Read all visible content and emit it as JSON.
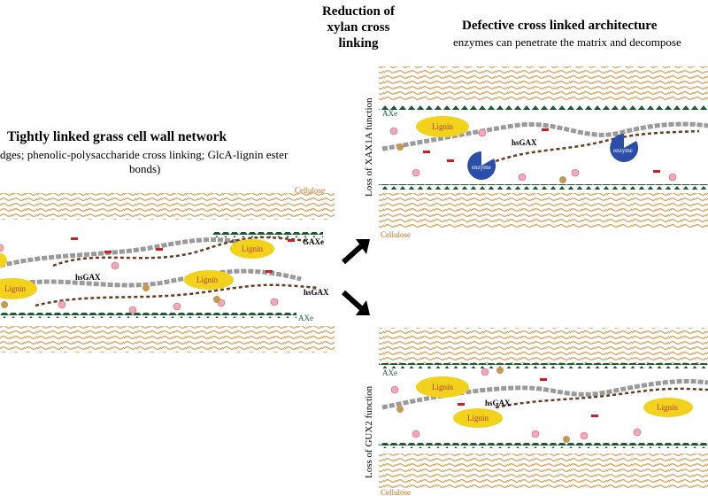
{
  "header": {
    "middle_title_lines": [
      "Reduction of",
      "xylan cross",
      "linking"
    ],
    "right_title": "Defective cross linked architecture",
    "right_subtitle": "enzymes can penetrate the matrix and decompose"
  },
  "left_panel": {
    "title": "Tightly linked grass cell wall network",
    "subtitle_line1": "dges; phenolic-polysaccharide cross linking; GlcA-lignin ester",
    "subtitle_line2": "bonds)",
    "labels": {
      "cellulose": "Cellulose",
      "gaxe": "GAXe",
      "hsgax_1": "hsGAX",
      "hsgax_2": "hsGAX",
      "axe": "AXe",
      "lignin_1": "Lignin",
      "lignin_2": "Lignin",
      "lignin_3": "Lignin"
    }
  },
  "top_right_panel": {
    "side_label": "Loss of XAX1A function",
    "labels": {
      "axe": "AXe",
      "lignin": "Lignin",
      "hsgax": "hsGAX",
      "enzyme_1": "enzyme",
      "enzyme_2": "enzyme",
      "cellulose": "Cellulose"
    }
  },
  "bottom_right_panel": {
    "side_label": "Loss of GUX2 function",
    "labels": {
      "axe": "AXe",
      "lignin_1": "Lignin",
      "lignin_2": "Lignin",
      "lignin_3": "Lignin",
      "hsgax": "hsGAX",
      "cellulose": "Cellulose"
    }
  },
  "colors": {
    "cellulose": "#d9a15b",
    "lignin": "#f2d21a",
    "enzyme": "#2b4fa8",
    "green_band": "#1d5a32",
    "brown_chain": "#6b3b1f",
    "grey_chain": "#9a9a9a",
    "red_mark": "#cc1f1f",
    "arrow": "#000000"
  }
}
